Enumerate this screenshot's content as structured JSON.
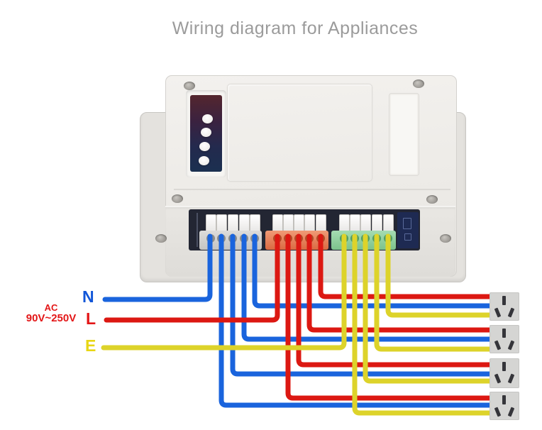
{
  "title": "Wiring diagram for Appliances",
  "power_input": {
    "neutral_label": "N",
    "live_label": "L",
    "earth_label": "E",
    "voltage_line1": "AC",
    "voltage_line2": "90V~250V"
  },
  "colors": {
    "neutral_wire": "#1a64dd",
    "live_wire": "#dc1812",
    "earth_wire": "#ddd32a",
    "neutral_label_text": "#1256d8",
    "live_label_text": "#e31617",
    "earth_label_text": "#e8d614",
    "title_text": "#9b9b9b",
    "device_body": "#edebe7",
    "neutral_terminal_block": "#cfcecc",
    "live_terminal_block": "#e37a50",
    "earth_terminal_block": "#8ed09e",
    "socket_body": "#d5d5d3"
  },
  "device": {
    "buttons_count": 4,
    "terminals_per_block": 5,
    "blocks": [
      {
        "name": "neutral-terminal-block",
        "wire_color": "blue"
      },
      {
        "name": "live-terminal-block",
        "wire_color": "red"
      },
      {
        "name": "earth-terminal-block",
        "wire_color": "yellow"
      }
    ]
  },
  "sockets": [
    {
      "name": "socket-1"
    },
    {
      "name": "socket-2"
    },
    {
      "name": "socket-3"
    },
    {
      "name": "socket-4"
    }
  ]
}
